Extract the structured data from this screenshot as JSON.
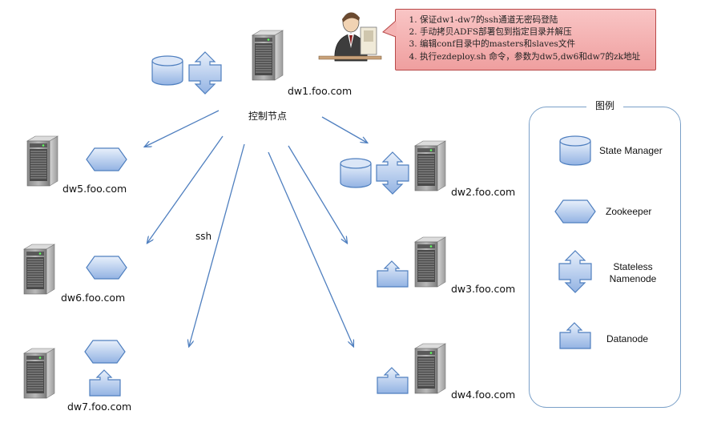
{
  "instructions": [
    "保证dw1-dw7的ssh通道无密码登陆",
    "手动拷贝ADFS部署包到指定目录并解压",
    "编辑conf目录中的masters和slaves文件",
    "执行ezdeploy.sh 命令，参数为dw5,dw6和dw7的zk地址"
  ],
  "control_node_label": "控制节点",
  "ssh_label": "ssh",
  "hosts": {
    "dw1": "dw1.foo.com",
    "dw2": "dw2.foo.com",
    "dw3": "dw3.foo.com",
    "dw4": "dw4.foo.com",
    "dw5": "dw5.foo.com",
    "dw6": "dw6.foo.com",
    "dw7": "dw7.foo.com"
  },
  "legend": {
    "title": "图例",
    "state_manager": "State Manager",
    "zookeeper": "Zookeeper",
    "stateless_namenode_1": "Stateless",
    "stateless_namenode_2": "Namenode",
    "datanode": "Datanode"
  },
  "colors": {
    "shape_fill_top": "#e3ecf9",
    "shape_fill_bottom": "#9bb9e6",
    "shape_stroke": "#4f7fbf",
    "arrow": "#4f7fbf",
    "note_fill": "#f4b3b3",
    "legend_border": "#7aa0c8"
  }
}
